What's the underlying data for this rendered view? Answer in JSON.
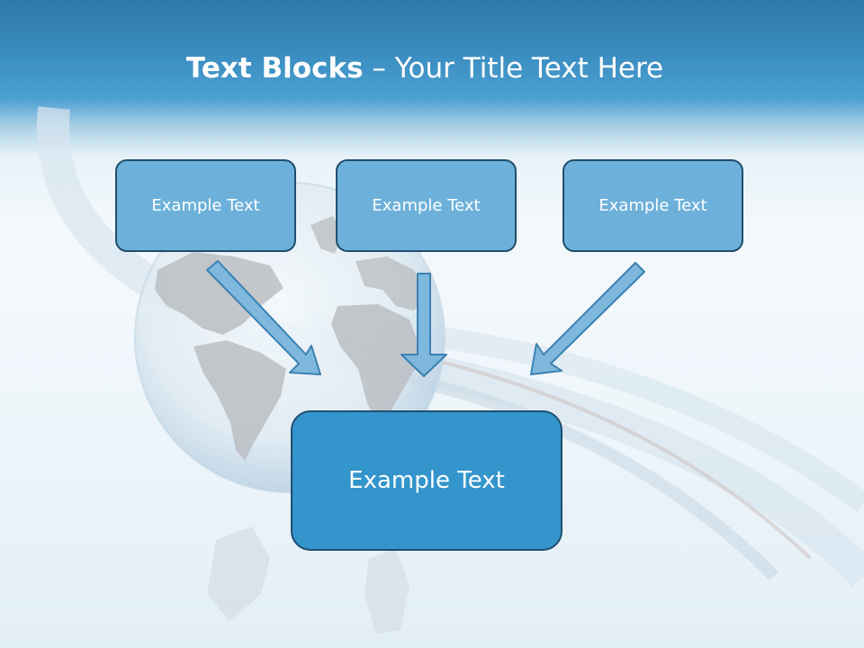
{
  "slide": {
    "title_bold": "Text Blocks",
    "title_dash": " – ",
    "title_rest": "Your Title Text Here"
  },
  "boxes": {
    "top_left": "Example Text",
    "top_center": "Example Text",
    "top_right": "Example Text",
    "bottom": "Example Text"
  },
  "colors": {
    "box_fill": "#6db1da",
    "box_main_fill": "#3395cc",
    "box_border": "#1f4f6e",
    "arrow_fill": "#7eb8dc",
    "arrow_stroke": "#3b82b3",
    "header_blue": "#3a8dc0"
  },
  "icons": {
    "background": "globe-swirl-illustration"
  }
}
